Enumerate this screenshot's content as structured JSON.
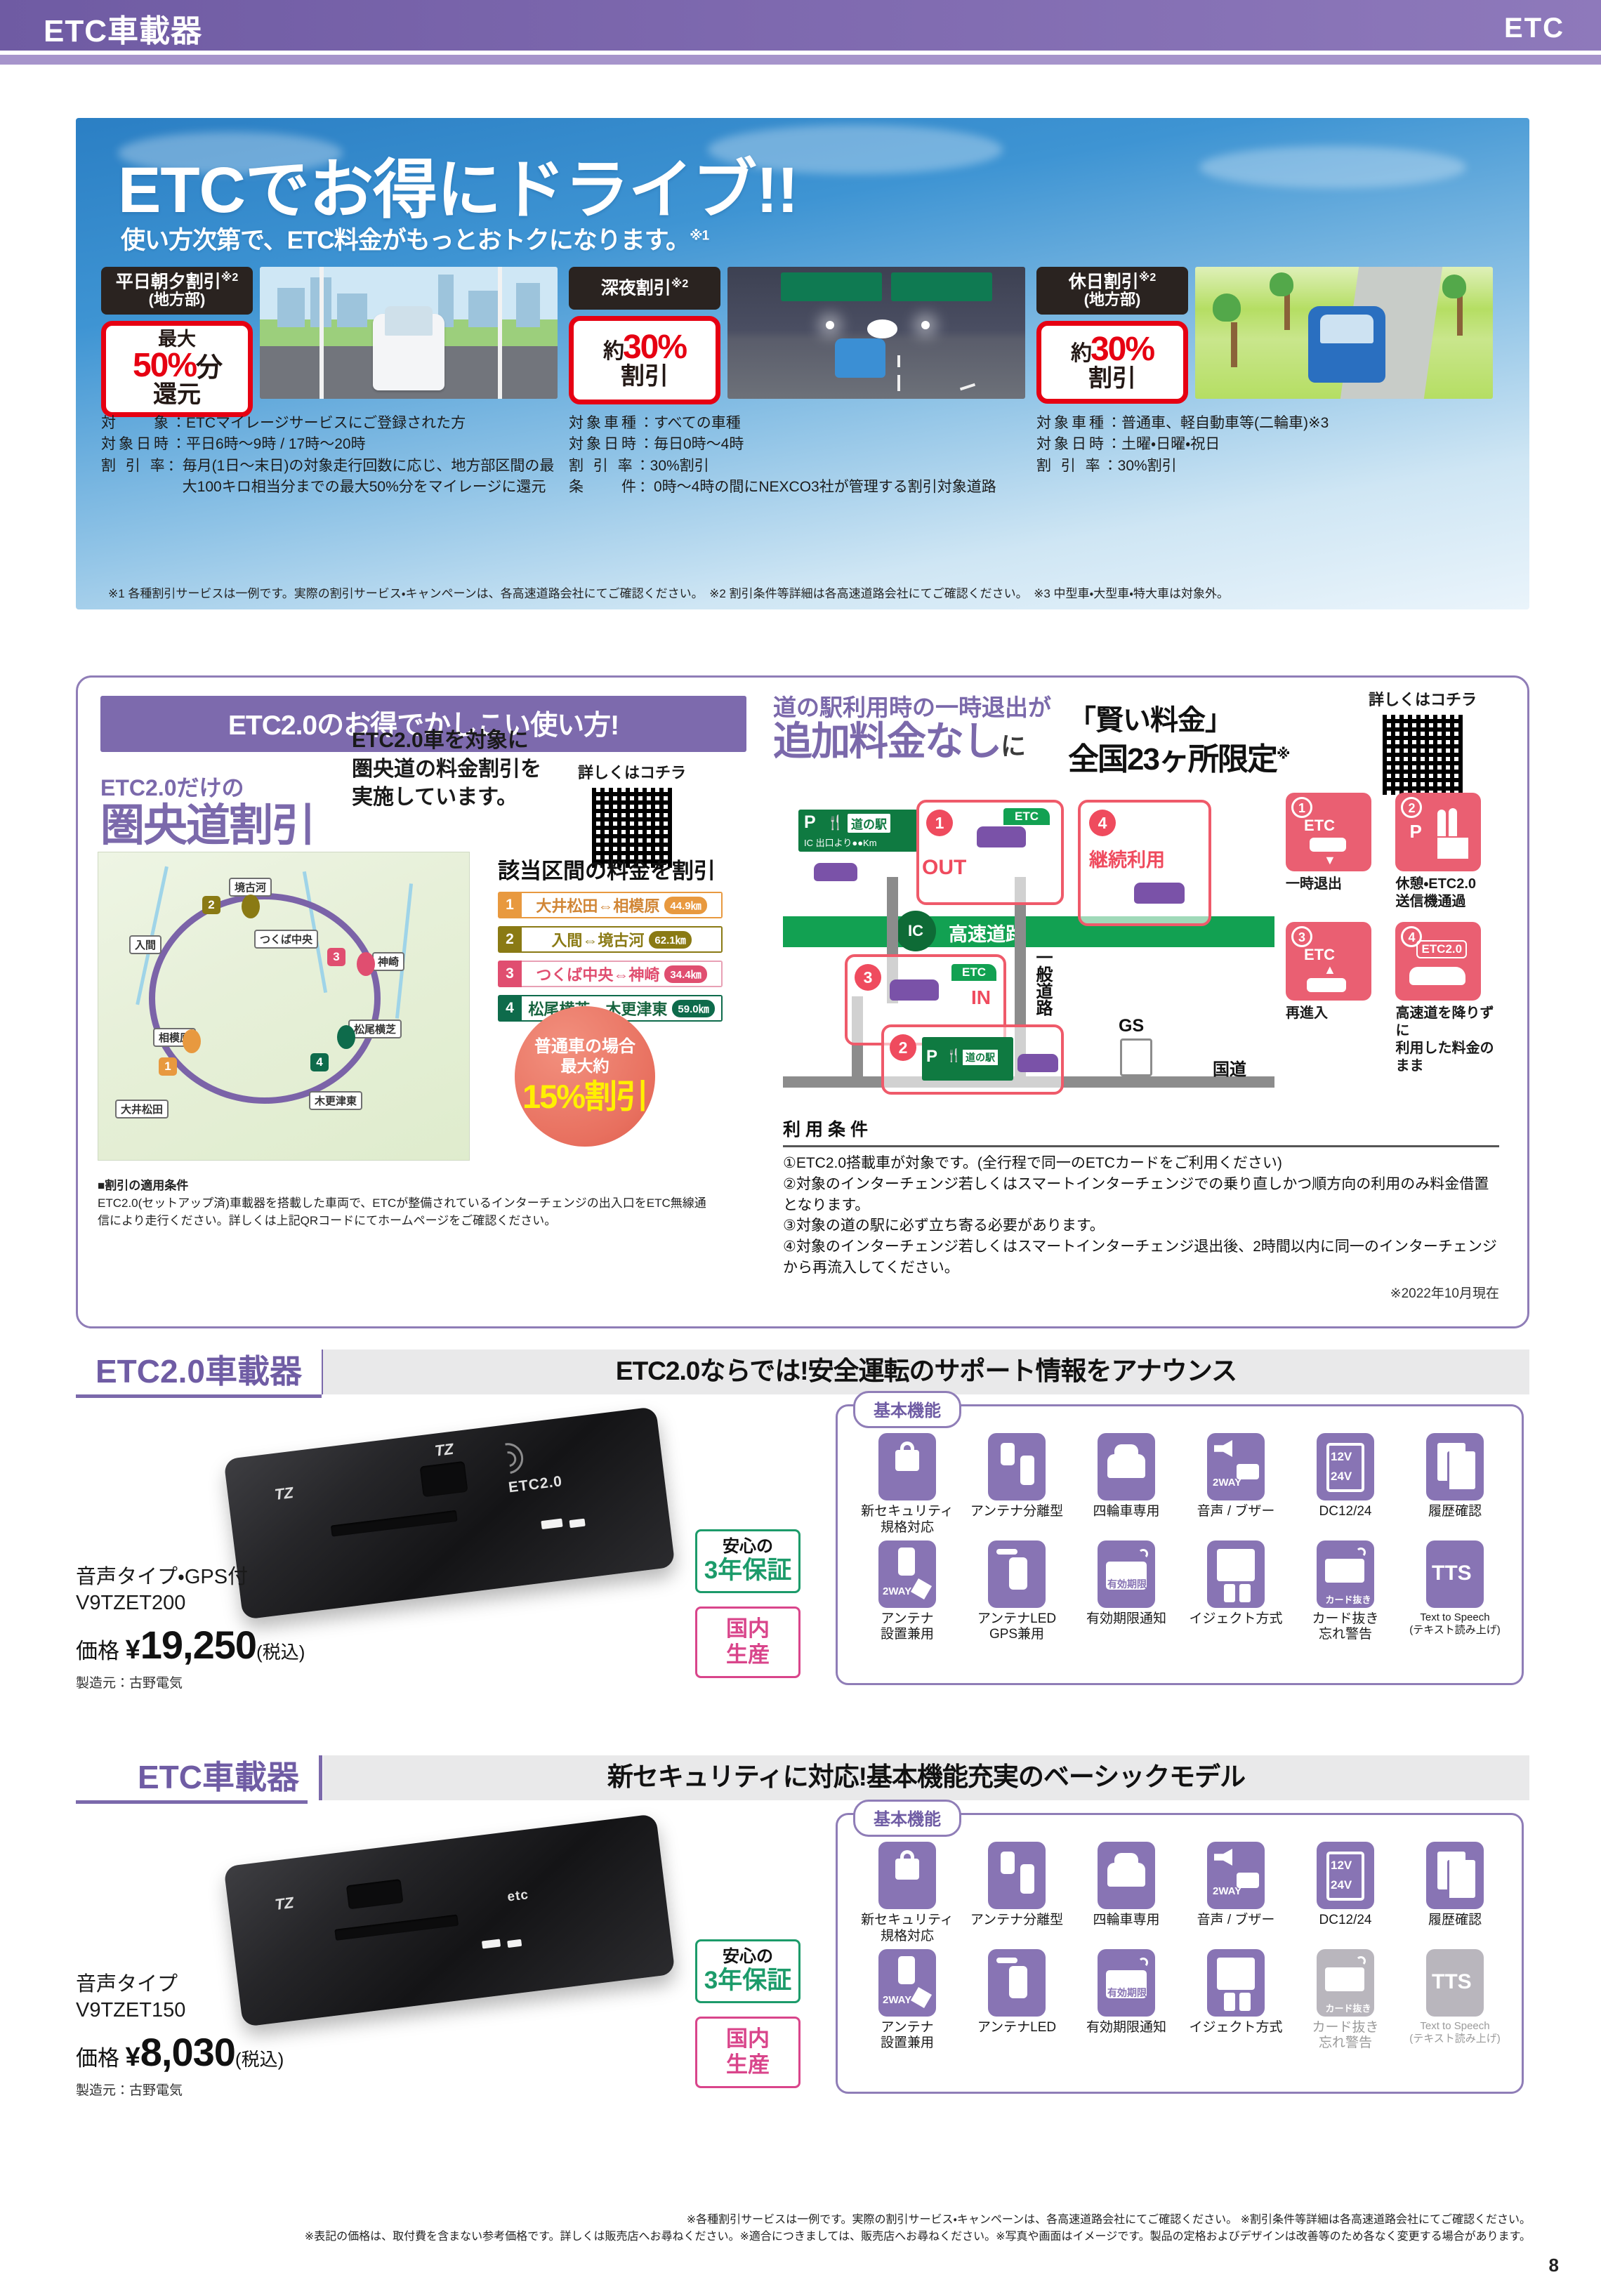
{
  "header": {
    "title": "ETC車載器",
    "right_mark": "ETC"
  },
  "hero": {
    "headline": "ETCでお得にドライブ!!",
    "subline": "使い方次第で、ETC料金がもっとおトクになります。",
    "subline_sup": "※1",
    "cards": [
      {
        "tag": "平日朝夕割引",
        "tag_sup": "※2",
        "tag_sub": "(地方部)",
        "rate_l1": "最大",
        "rate_yaku": "",
        "rate_num": "50%",
        "rate_kanji": "分",
        "rate_l3": "還元",
        "rows": [
          {
            "label": "対　　象",
            "value": "ETCマイレージサービスにご登録された方"
          },
          {
            "label": "対象日時",
            "value": "平日6時〜9時 / 17時〜20時"
          },
          {
            "label": "割 引 率",
            "value": "毎月(1日〜末日)の対象走行回数に応じ、地方部区間の最大100キロ相当分までの最大50%分をマイレージに還元"
          }
        ]
      },
      {
        "tag": "深夜割引",
        "tag_sup": "※2",
        "tag_sub": "",
        "rate_l1": "",
        "rate_yaku": "約",
        "rate_num": "30%",
        "rate_kanji": "",
        "rate_l3": "割引",
        "rows": [
          {
            "label": "対象車種",
            "value": "すべての車種"
          },
          {
            "label": "対象日時",
            "value": "毎日0時〜4時"
          },
          {
            "label": "割 引 率",
            "value": "30%割引"
          },
          {
            "label": "条　　件",
            "value": "0時〜4時の間にNEXCO3社が管理する割引対象道路"
          }
        ]
      },
      {
        "tag": "休日割引",
        "tag_sup": "※2",
        "tag_sub": "(地方部)",
        "rate_l1": "",
        "rate_yaku": "約",
        "rate_num": "30%",
        "rate_kanji": "",
        "rate_l3": "割引",
        "rows": [
          {
            "label": "対象車種",
            "value": "普通車、軽自動車等(二輪車)※3"
          },
          {
            "label": "対象日時",
            "value": "土曜・日曜・祝日"
          },
          {
            "label": "割 引 率",
            "value": "30%割引"
          }
        ]
      }
    ],
    "notes": "※1 各種割引サービスは一例です。実際の割引サービス・キャンペーンは、各高速道路会社にてご確認ください。　※2 割引条件等詳細は各高速道路会社にてご確認ください。　※3 中型車・大型車・特大車は対象外。"
  },
  "panel2": {
    "banner": "ETC2.0のお得でかしこい使い方!",
    "left": {
      "sub1": "ETC2.0だけの",
      "sub2": "圏央道割引",
      "desc": "ETC2.0車を対象に圏央道の料金割引を実施しています。",
      "qr_caption": "詳しくはコチラ",
      "routes_heading": "該当区間の料金を割引",
      "routes": [
        {
          "no": "1",
          "name": "大井松田⇔相模原",
          "km": "44.9㎞",
          "color": "#e8993f"
        },
        {
          "no": "2",
          "name": "入間⇔境古河",
          "km": "62.1㎞",
          "color": "#8a7a14"
        },
        {
          "no": "3",
          "name": "つくば中央⇔神崎",
          "km": "34.4㎞",
          "color": "#e04e70"
        },
        {
          "no": "4",
          "name": "松尾横芝⇔木更津東",
          "km": "59.0㎞",
          "color": "#0e6b4b"
        }
      ],
      "map_labels": [
        "境古河",
        "入間",
        "つくば中央",
        "神崎",
        "相模原",
        "松尾横芝",
        "大井松田",
        "木更津東"
      ],
      "circle": {
        "t1": "普通車の場合",
        "t2": "最大約",
        "t3": "15%割引"
      },
      "foot_title": "■割引の適用条件",
      "foot_body": "ETC2.0(セットアップ済)車載器を搭載した車両で、ETCが整備されているインターチェンジの出入口をETC無線通信により走行ください。詳しくは上記QRコードにてホームページをご確認ください。"
    },
    "right": {
      "h1": "道の駅利用時の一時退出が",
      "h2": "追加料金なし",
      "h2_sm": "に",
      "k1": "「賢い料金」",
      "k2": "全国23ヶ所限定",
      "k2_sup": "※",
      "qr_caption": "詳しくはコチラ",
      "diagram": {
        "highway_label": "高速道路",
        "ic_label": "IC",
        "general_road": "一般道路",
        "national_road": "国道",
        "gs_label": "GS",
        "roadstation": "道の駅",
        "sign_sub": "IC 出口より●●Km",
        "out_label": "OUT",
        "in_label": "IN",
        "continue_label": "継続利用",
        "etc_gate": "ETC"
      },
      "steps": [
        {
          "no": "1",
          "caption": "一時退出",
          "glyph": "ETC"
        },
        {
          "no": "2",
          "caption": "休憩・ETC2.0\n送信機通過",
          "glyph": "P"
        },
        {
          "no": "3",
          "caption": "再進入",
          "glyph": "ETC"
        },
        {
          "no": "4",
          "caption": "高速道を降りずに\n利用した料金のまま",
          "glyph": "ETC2.0"
        }
      ],
      "cond_heading": "利用条件",
      "conditions": [
        "①ETC2.0搭載車が対象です。(全行程で同一のETCカードをご利用ください)",
        "②対象のインターチェンジ若しくはスマートインターチェンジでの乗り直しかつ順方向の利用のみ料金借置となります。",
        "③対象の道の駅に必ず立ち寄る必要があります。",
        "④対象のインターチェンジ若しくはスマートインターチェンジ退出後、2時間以内に同一のインターチェンジから再流入してください。"
      ],
      "cond_date": "※2022年10月現在"
    }
  },
  "products": [
    {
      "name": "ETC2.0車載器",
      "band": "ETC2.0ならでは!安全運転のサポート情報をアナウンス",
      "type_label": "音声タイプ・GPS付",
      "model": "V9TZET200",
      "price_label": "価格",
      "yen": "¥",
      "price": "19,250",
      "tax": "(税込)",
      "maker": "製造元：古野電気",
      "warranty": {
        "a": "安心の",
        "b": "3年保証"
      },
      "domestic": {
        "a": "国内\n生産"
      },
      "feature_tab": "基本機能",
      "features": [
        {
          "icon": "lock-icon",
          "label": "新セキュリティ\n規格対応",
          "glyph": "",
          "dim": false
        },
        {
          "icon": "antenna-separate-icon",
          "label": "アンテナ分離型",
          "glyph": "",
          "dim": false
        },
        {
          "icon": "car-icon",
          "label": "四輪車専用",
          "glyph": "",
          "dim": false
        },
        {
          "icon": "speaker-2way-icon",
          "label": "音声 / ブザー",
          "glyph": "2WAY",
          "dim": false
        },
        {
          "icon": "battery-icon",
          "label": "DC12/24",
          "glyph": "12V 24V",
          "dim": false
        },
        {
          "icon": "history-icon",
          "label": "履歴確認",
          "glyph": "",
          "dim": false
        },
        {
          "icon": "antenna-2way-icon",
          "label": "アンテナ\n設置兼用",
          "glyph": "2WAY",
          "dim": false
        },
        {
          "icon": "antenna-led-gps-icon",
          "label": "アンテナLED\nGPS兼用",
          "glyph": "",
          "dim": false
        },
        {
          "icon": "expiry-icon",
          "label": "有効期限通知",
          "glyph": "有効期限",
          "dim": false
        },
        {
          "icon": "eject-icon",
          "label": "イジェクト方式",
          "glyph": "",
          "dim": false
        },
        {
          "icon": "card-forget-icon",
          "label": "カード抜き\n忘れ警告",
          "glyph": "カード抜き忘れ",
          "dim": false
        },
        {
          "icon": "tts-icon",
          "label": "Text to Speech\n(テキスト読み上げ)",
          "glyph": "TTS",
          "dim": false
        }
      ]
    },
    {
      "name": "ETC車載器",
      "band": "新セキュリティに対応!基本機能充実のベーシックモデル",
      "type_label": "音声タイプ",
      "model": "V9TZET150",
      "price_label": "価格",
      "yen": "¥",
      "price": "8,030",
      "tax": "(税込)",
      "maker": "製造元：古野電気",
      "warranty": {
        "a": "安心の",
        "b": "3年保証"
      },
      "domestic": {
        "a": "国内\n生産"
      },
      "feature_tab": "基本機能",
      "features": [
        {
          "icon": "lock-icon",
          "label": "新セキュリティ\n規格対応",
          "glyph": "",
          "dim": false
        },
        {
          "icon": "antenna-separate-icon",
          "label": "アンテナ分離型",
          "glyph": "",
          "dim": false
        },
        {
          "icon": "car-icon",
          "label": "四輪車専用",
          "glyph": "",
          "dim": false
        },
        {
          "icon": "speaker-2way-icon",
          "label": "音声 / ブザー",
          "glyph": "2WAY",
          "dim": false
        },
        {
          "icon": "battery-icon",
          "label": "DC12/24",
          "glyph": "12V 24V",
          "dim": false
        },
        {
          "icon": "history-icon",
          "label": "履歴確認",
          "glyph": "",
          "dim": false
        },
        {
          "icon": "antenna-2way-icon",
          "label": "アンテナ\n設置兼用",
          "glyph": "2WAY",
          "dim": false
        },
        {
          "icon": "antenna-led-icon",
          "label": "アンテナLED",
          "glyph": "",
          "dim": false
        },
        {
          "icon": "expiry-icon",
          "label": "有効期限通知",
          "glyph": "有効期限",
          "dim": false
        },
        {
          "icon": "eject-icon",
          "label": "イジェクト方式",
          "glyph": "",
          "dim": false
        },
        {
          "icon": "card-forget-icon",
          "label": "カード抜き\n忘れ警告",
          "glyph": "カード抜き忘れ",
          "dim": true
        },
        {
          "icon": "tts-icon",
          "label": "Text to Speech\n(テキスト読み上げ)",
          "glyph": "TTS",
          "dim": true
        }
      ]
    }
  ],
  "footer": {
    "line1": "※各種割引サービスは一例です。実際の割引サービス・キャンペーンは、各高速道路会社にてご確認ください。 ※割引条件等詳細は各高速道路会社にてご確認ください。",
    "line2": "※表記の価格は、取付費を含まない参考価格です。詳しくは販売店へお尋ねください。※適合につきましては、販売店へお尋ねください。※写真や画面はイメージです。製品の定格およびデザインは改善等のため各なく変更する場合があります。",
    "page": "8"
  },
  "colors": {
    "purple": "#7b69ab",
    "header_purple": "#7d68ae",
    "red": "#e60012",
    "pink": "#ea5f72",
    "green": "#12a152",
    "teal": "#1c9b6a",
    "magenta": "#d9458b"
  }
}
